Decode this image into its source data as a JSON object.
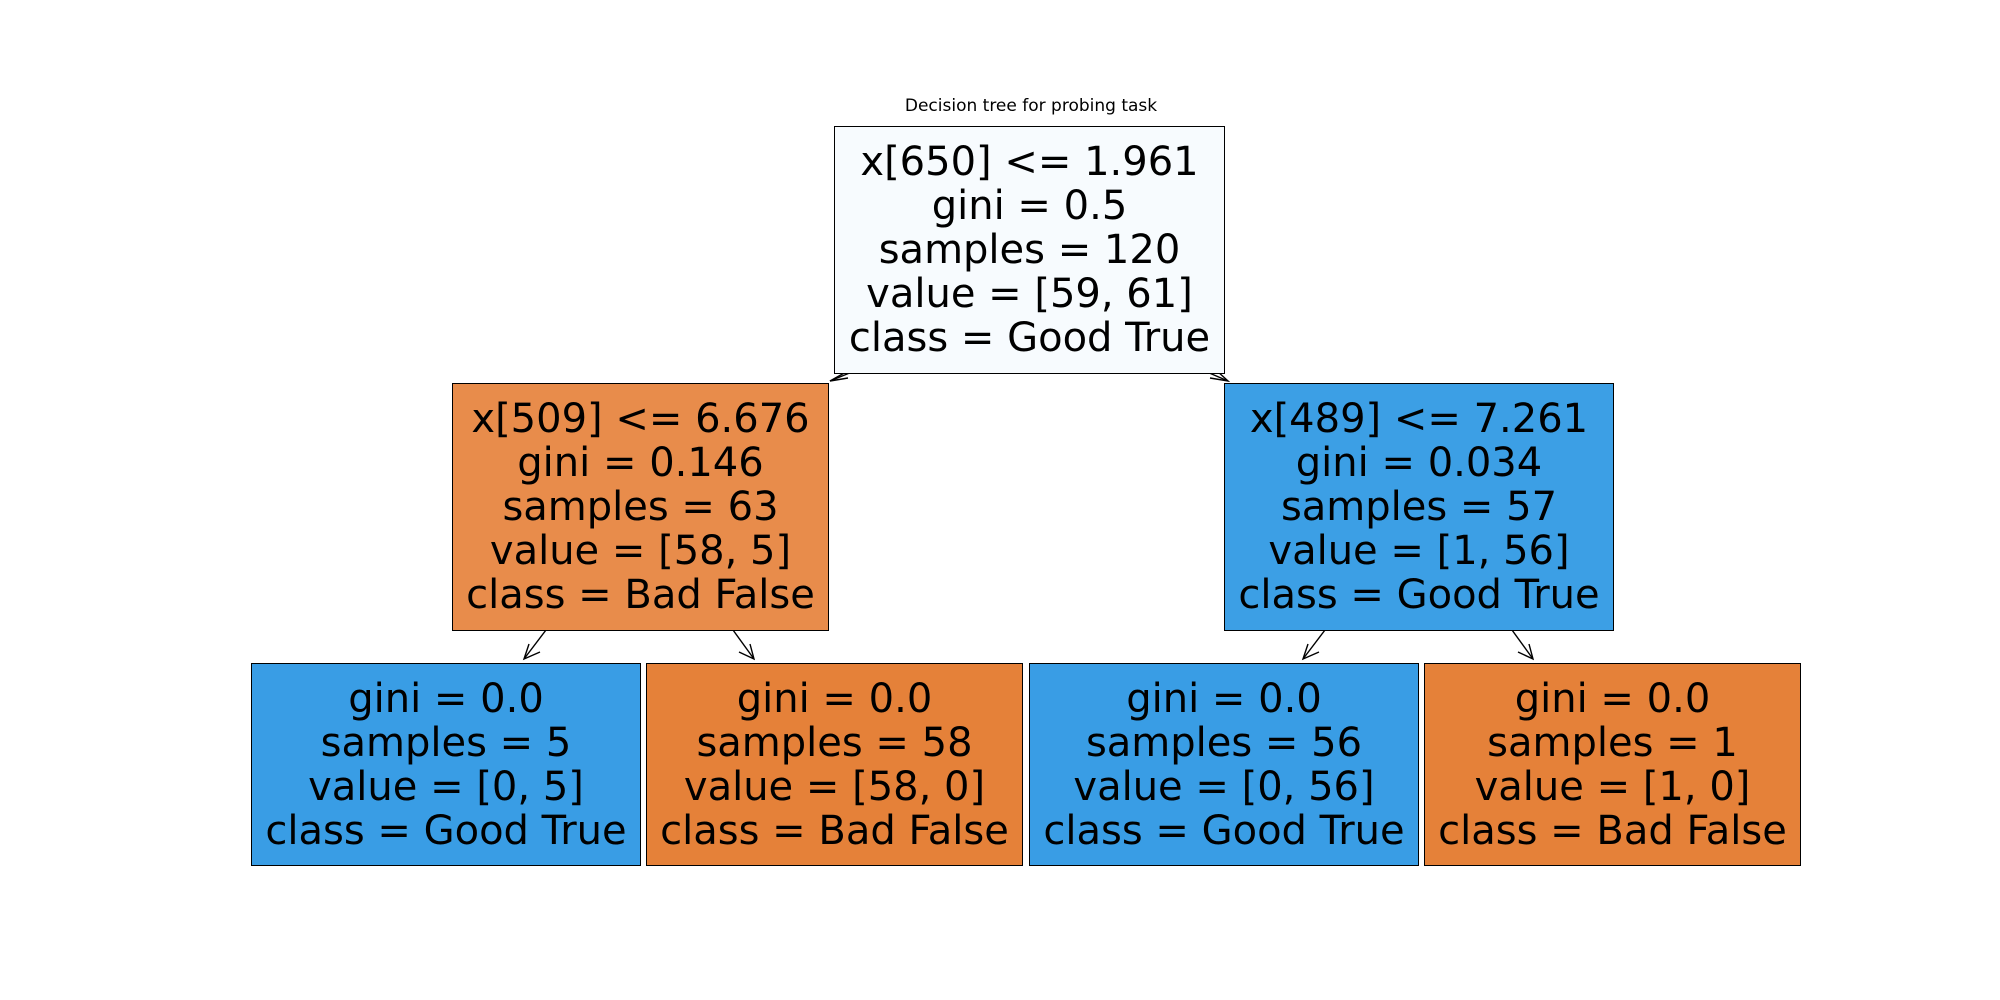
{
  "title": "Decision tree for probing task",
  "colors": {
    "root": "#f7fbfe",
    "orange_strong": "#e58139",
    "orange_light": "#e88c4b",
    "blue_strong": "#399de5",
    "blue_light": "#3c9fe5"
  },
  "nodes": {
    "root": {
      "split": "x[650] <= 1.961",
      "gini": "gini = 0.5",
      "samples": "samples = 120",
      "value": "value = [59, 61]",
      "class": "class = Good True"
    },
    "left": {
      "split": "x[509] <= 6.676",
      "gini": "gini = 0.146",
      "samples": "samples = 63",
      "value": "value = [58, 5]",
      "class": "class = Bad False"
    },
    "right": {
      "split": "x[489] <= 7.261",
      "gini": "gini = 0.034",
      "samples": "samples = 57",
      "value": "value = [1, 56]",
      "class": "class = Good True"
    },
    "leaf_ll": {
      "gini": "gini = 0.0",
      "samples": "samples = 5",
      "value": "value = [0, 5]",
      "class": "class = Good True"
    },
    "leaf_lr": {
      "gini": "gini = 0.0",
      "samples": "samples = 58",
      "value": "value = [58, 0]",
      "class": "class = Bad False"
    },
    "leaf_rl": {
      "gini": "gini = 0.0",
      "samples": "samples = 56",
      "value": "value = [0, 56]",
      "class": "class = Good True"
    },
    "leaf_rr": {
      "gini": "gini = 0.0",
      "samples": "samples = 1",
      "value": "value = [1, 0]",
      "class": "class = Bad False"
    }
  }
}
